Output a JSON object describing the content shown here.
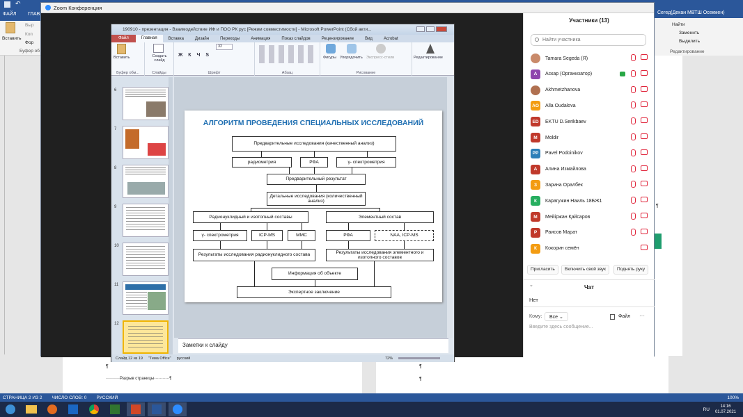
{
  "word": {
    "tab_file": "ФАЙЛ",
    "tab_main": "ГЛАВ",
    "paste": "Вставить",
    "cut": "Выр",
    "copy": "Коп",
    "format": "Фор",
    "clipboard": "Буфер об",
    "right_title": "Сегед(Декан МВТШ Осекмен)",
    "find": "Найти",
    "replace": "Заменить",
    "select": "Выделить",
    "editing": "Редактирование",
    "pilcrow": "¶",
    "page_break": "Разрыв страницы",
    "status_page": "СТРАНИЦА 2 ИЗ 2",
    "status_words": "ЧИСЛО СЛОВ: 0",
    "status_lang": "РУССКИЙ",
    "zoom_pct": "100%",
    "lang": "RU",
    "time": "14:16",
    "date": "01.07.2021"
  },
  "zoom": {
    "title": "Zoom Конференция"
  },
  "ppt": {
    "title": "190910 - презентация - Взаимодействие ИФ и ПОО РК рус [Режим совместимости] - Microsoft PowerPoint (Сбой акти...",
    "tabs": [
      "Файл",
      "Главная",
      "Вставка",
      "Дизайн",
      "Переходы",
      "Анимация",
      "Показ слайдов",
      "Рецензирование",
      "Вид",
      "Acrobat"
    ],
    "groups": {
      "clipboard": "Буфер обм...",
      "slides": "Слайды",
      "font": "Шрифт",
      "paragraph": "Абзац",
      "drawing": "Рисование",
      "editing": "Редактирование"
    },
    "paste": "Вставить",
    "create": "Создать слайд",
    "shapes": "Фигуры",
    "arrange": "Упорядочить",
    "express": "Экспресс-стили",
    "font_size": "32",
    "thumb_numbers": [
      "6",
      "7",
      "8",
      "9",
      "10",
      "11",
      "12"
    ],
    "notes": "Заметки к слайду",
    "status_slide": "Слайд 12 из 19",
    "status_theme": "\"Тема Office\"",
    "status_lang": "русский",
    "zoom": "72%"
  },
  "slide": {
    "title": "АЛГОРИТМ ПРОВЕДЕНИЯ СПЕЦИАЛЬНЫХ ИССЛЕДОВАНИЙ",
    "prelim": "Предварительные исследования (качественный анализ)",
    "radiometry": "радиометрия",
    "rfa": "РФА",
    "gamma": "γ- спектрометрия",
    "prelim_result": "Предварительный результат",
    "detailed": "Детальные исследования (количественный анализ)",
    "radionuclide": "Радионуклидный и изотопный составы",
    "element": "Элементный состав",
    "gamma2": "γ- спектрометрия",
    "icpms": "ICP-MS",
    "mms": "ММС",
    "rfa2": "РФА",
    "naa": "NAA, ICP-MS",
    "res_radio": "Результаты исследования радионуклидного состава",
    "res_elem": "Результаты исследования элементного и изотопного составов",
    "info": "Информация об объекте",
    "expert": "Экспертное заключение"
  },
  "participants": {
    "header": "Участники (13)",
    "search_placeholder": "Найти участника",
    "list": [
      {
        "initials": "",
        "name": "Tamara Segeda (Я)",
        "color": "#c98a6a"
      },
      {
        "initials": "А",
        "name": "Аскар (Организатор)",
        "color": "#8e44ad"
      },
      {
        "initials": "",
        "name": "Akhmetzhanova",
        "color": "#b07050"
      },
      {
        "initials": "AO",
        "name": "Alla Oudalova",
        "color": "#f39c12"
      },
      {
        "initials": "ED",
        "name": "EKTU D.Serikbaev",
        "color": "#c0392b"
      },
      {
        "initials": "M",
        "name": "Moldir",
        "color": "#c0392b"
      },
      {
        "initials": "PP",
        "name": "Pavel Podoinikov",
        "color": "#2c7fb8"
      },
      {
        "initials": "А",
        "name": "Алина Измайлова",
        "color": "#c0392b"
      },
      {
        "initials": "З",
        "name": "Зарина Оралбек",
        "color": "#f39c12"
      },
      {
        "initials": "К",
        "name": "Карагужин Наиль 18БЖ1",
        "color": "#27ae60"
      },
      {
        "initials": "М",
        "name": "Мейіржан Қайсаров",
        "color": "#c0392b"
      },
      {
        "initials": "Р",
        "name": "Раисов Марат",
        "color": "#c0392b"
      },
      {
        "initials": "К",
        "name": "Кокорин семён",
        "color": "#f39c12"
      }
    ],
    "invite": "Пригласить",
    "unmute": "Включить свой звук",
    "raise": "Поднять руку"
  },
  "chat": {
    "header": "Чат",
    "none": "Нет",
    "to_label": "Кому:",
    "to_value": "Все",
    "file": "Файл",
    "placeholder": "Введите здесь сообщение..."
  }
}
